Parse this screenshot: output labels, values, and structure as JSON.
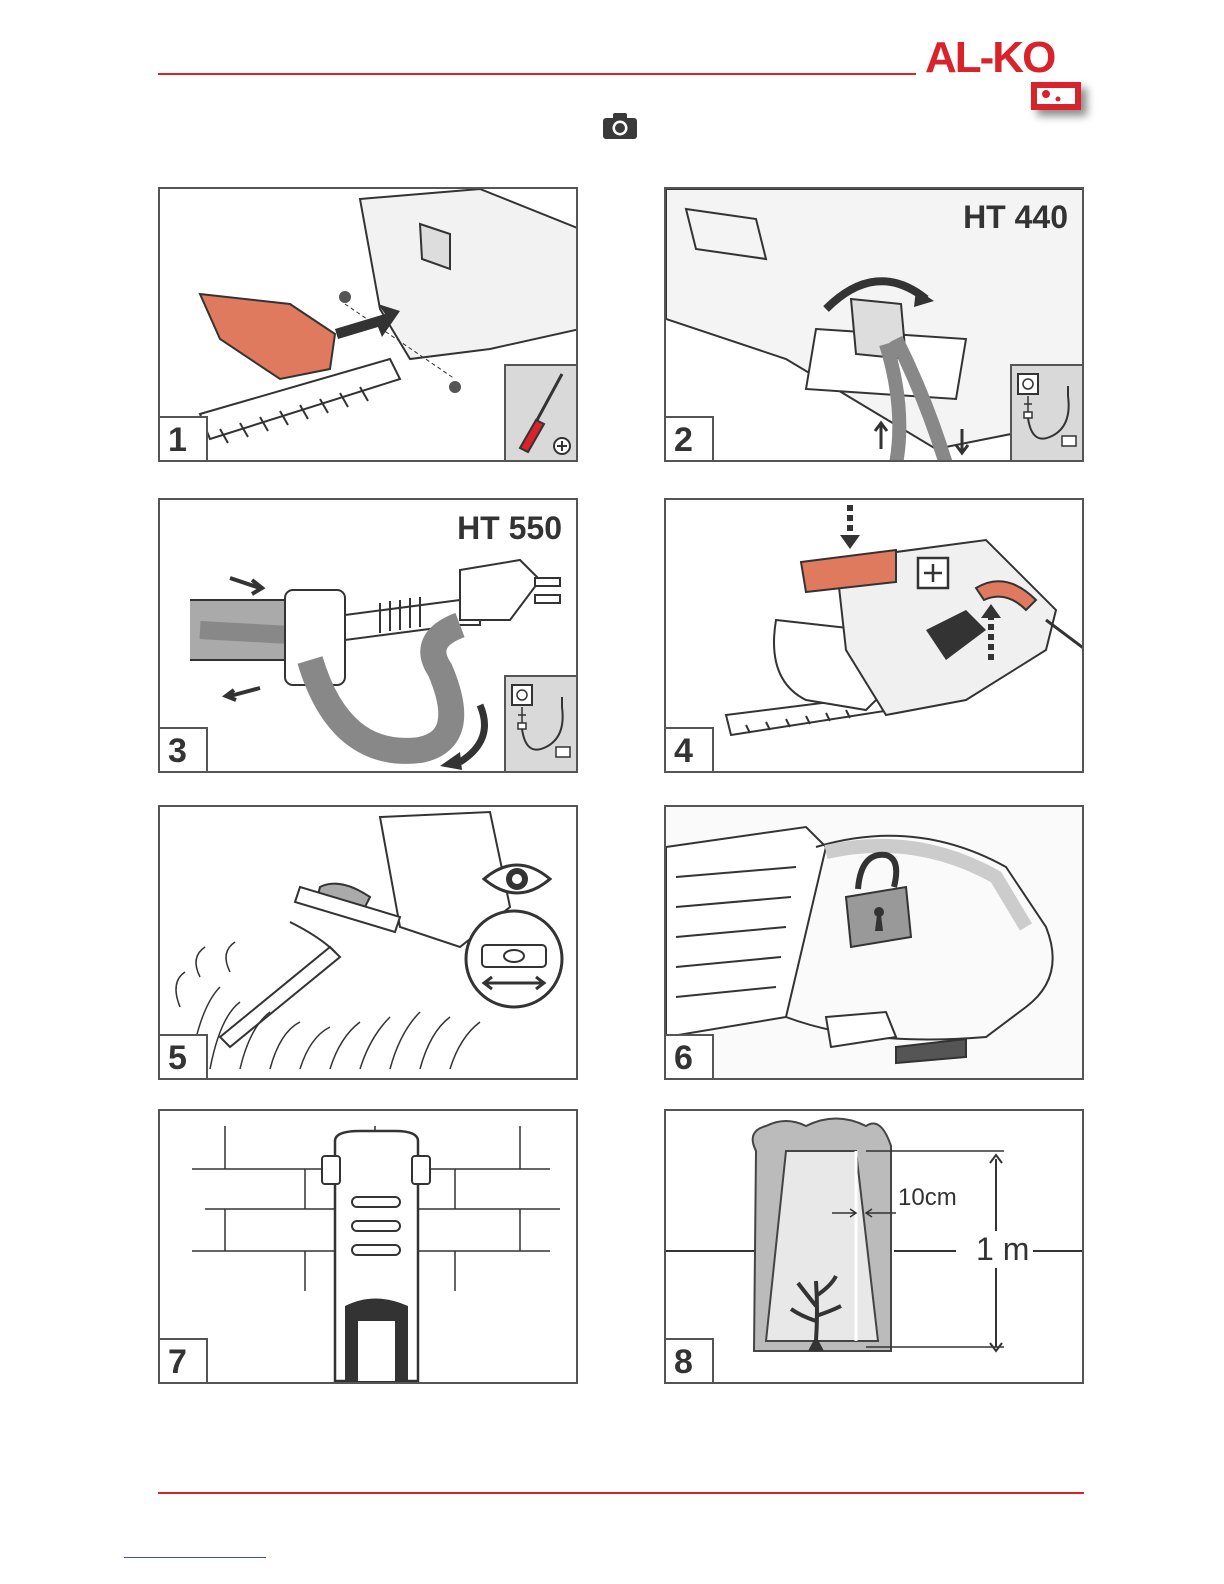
{
  "brand": {
    "logo_text": "AL-KO",
    "accent": "#d8232a"
  },
  "header": {
    "icon": "camera-icon"
  },
  "panels": [
    {
      "step": "1",
      "model": "",
      "icons": [
        "screwdriver-icon"
      ]
    },
    {
      "step": "2",
      "model": "HT 440",
      "icons": [
        "socket-plug-icon"
      ]
    },
    {
      "step": "3",
      "model": "HT 550",
      "icons": [
        "socket-plug-icon"
      ]
    },
    {
      "step": "4",
      "model": "",
      "icons": []
    },
    {
      "step": "5",
      "model": "",
      "icons": [
        "eye-icon",
        "slide-switch-icon"
      ]
    },
    {
      "step": "6",
      "model": "",
      "icons": [
        "padlock-icon"
      ]
    },
    {
      "step": "7",
      "model": "",
      "icons": []
    },
    {
      "step": "8",
      "model": "",
      "dims": {
        "side_offset": "10cm",
        "height": "1 m"
      }
    }
  ]
}
